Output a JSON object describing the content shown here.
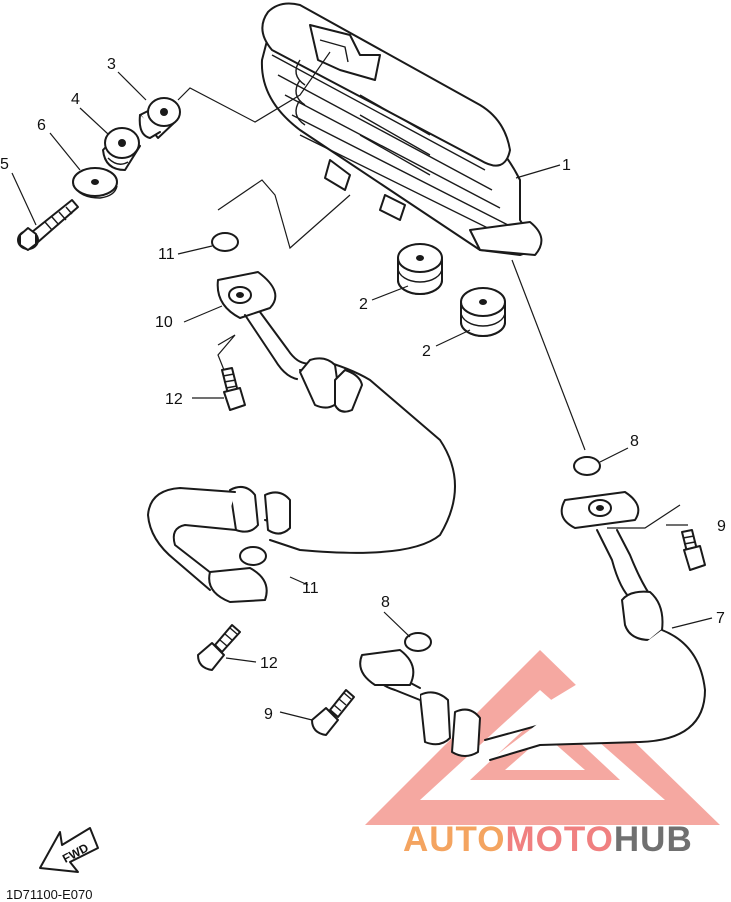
{
  "diagram": {
    "callouts": [
      "1",
      "2",
      "2",
      "3",
      "4",
      "5",
      "6",
      "7",
      "8",
      "8",
      "9",
      "9",
      "10",
      "11",
      "11",
      "12",
      "12"
    ],
    "direction_label": "FWD",
    "diagram_code": "1D71100-E070"
  },
  "watermark": {
    "part1": "AUTO",
    "part2": "MOTO",
    "part3": "HUB",
    "colors": {
      "auto": "#f4a460",
      "moto": "#f08080",
      "hub": "#707070",
      "logo": "#f28b82"
    }
  }
}
